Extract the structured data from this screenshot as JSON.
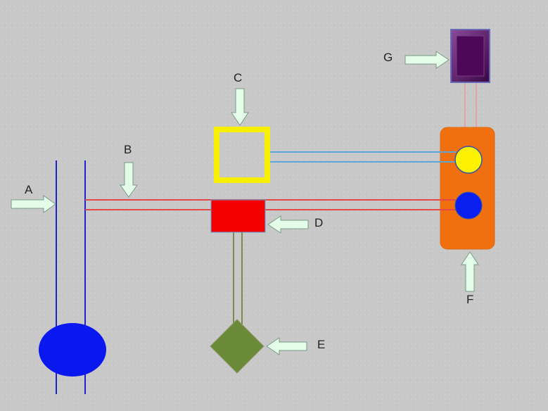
{
  "labels": {
    "a": "A",
    "b": "B",
    "c": "C",
    "d": "D",
    "e": "E",
    "f": "F",
    "g": "G"
  },
  "colors": {
    "background": "#c8c8c8",
    "arrow_fill": "#e4fde9",
    "arrow_stroke": "#7a9a86",
    "blue_line": "#2222cc",
    "red_line": "#e24a4a",
    "light_blue_line": "#5aa7d6",
    "olive_line": "#7f8a4a",
    "pink_line": "#e0a6a6",
    "blue_ellipse": "#0a18f0",
    "yellow_frame": "#f7f000",
    "red_box": "#f40000",
    "green_diamond": "#6a8a3a",
    "orange_panel": "#f07010",
    "yellow_circle": "#fff200",
    "blue_circle": "#0a1ef0",
    "purple_box": "#5a0a66"
  }
}
